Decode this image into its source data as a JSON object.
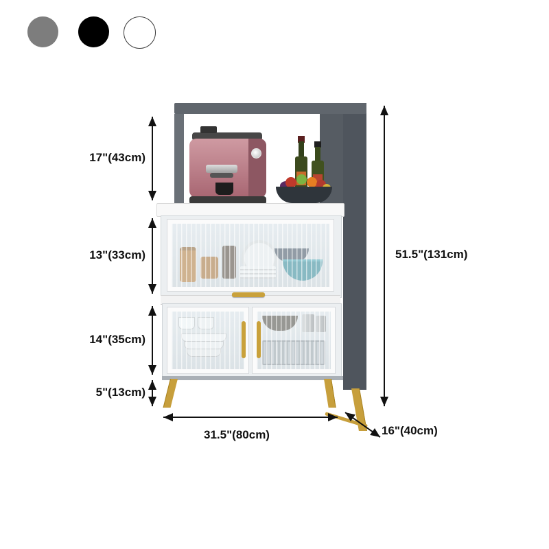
{
  "product": {
    "name": "kitchen sideboard cabinet dimension diagram"
  },
  "swatches": [
    {
      "label": "gray",
      "color": "#7d7d7d"
    },
    {
      "label": "black",
      "color": "#000000"
    },
    {
      "label": "white",
      "color": "#ffffff"
    }
  ],
  "colors": {
    "cabinet_gray": "#4f555d",
    "cabinet_white": "#f5f5f5",
    "accent_gold": "#c79f3c",
    "dimension_text": "#111111"
  },
  "dimensions": {
    "hutch_height": "17\"(43cm)",
    "upper_cabinet_height": "13\"(33cm)",
    "lower_cabinet_height": "14\"(35cm)",
    "leg_height": "5\"(13cm)",
    "overall_height": "51.5\"(131cm)",
    "width": "31.5\"(80cm)",
    "depth": "16\"(40cm)"
  }
}
